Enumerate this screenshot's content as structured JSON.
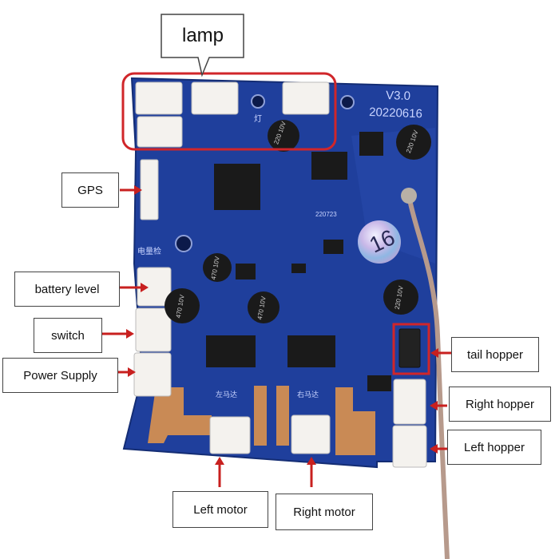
{
  "labels": {
    "lamp": "lamp",
    "gps": "GPS",
    "battery_level": "battery level",
    "switch": "switch",
    "power_supply": "Power Supply",
    "tail_hopper": "tail hopper",
    "right_hopper": "Right hopper",
    "left_hopper": "Left hopper",
    "left_motor": "Left motor",
    "right_motor": "Right motor"
  },
  "board": {
    "version": "V3.0",
    "date": "20220616",
    "chip_code": "220723",
    "sticker": "16",
    "cap_top": "220 10V",
    "cap_top_right": "220 10V",
    "cap_mid": "470 10V",
    "cap_left": "470 10V",
    "cap_center": "470 10V",
    "cap_right": "220 10V",
    "cn_lamp": "灯",
    "cn_battery": "电量检",
    "cn_left_motor": "左马达",
    "cn_right_motor": "右马达"
  },
  "colors": {
    "pcb": "#1f3f9c",
    "highlight": "#d0262a",
    "arrow": "#c8201f",
    "copper": "#c98a55",
    "connector": "#f4f2ee"
  }
}
